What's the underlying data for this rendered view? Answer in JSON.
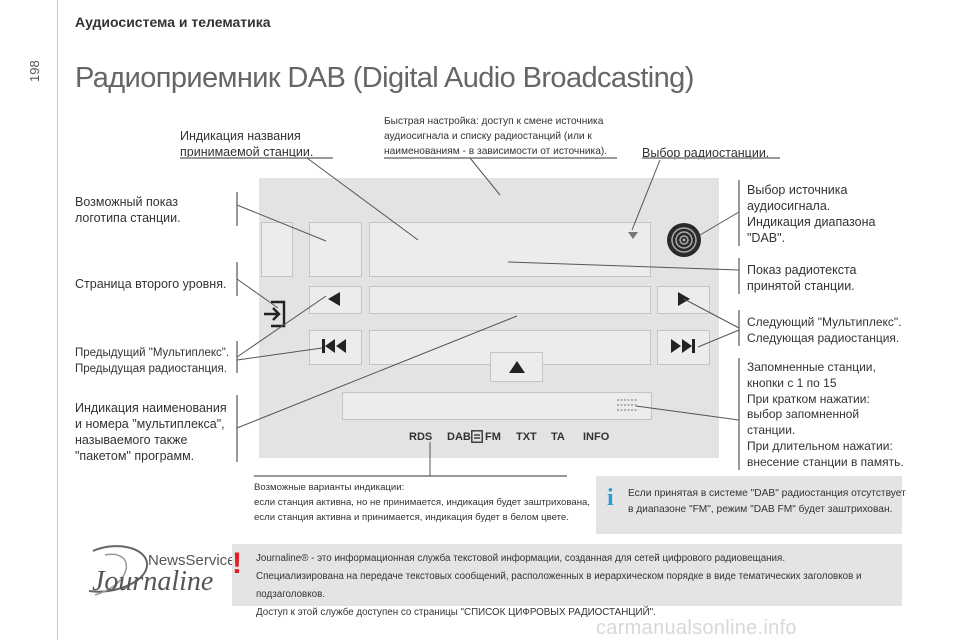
{
  "page": {
    "number": "198",
    "section": "Аудиосистема и телематика",
    "title": "Радиоприемник DAB (Digital Audio Broadcasting)"
  },
  "callouts": {
    "station_name": "Индикация названия\nпринимаемой станции.",
    "quick_tune": "Быстрая настройка: доступ к смене источника\nаудиосигнала и списку радиостанций (или к\nнаименованиям - в зависимости от источника).",
    "select_station": "Выбор радиостанции.",
    "logo": "Возможный показ\nлоготипа станции.",
    "second_level": "Страница второго уровня.",
    "prev_multiplex": "Предыдущий \"Мультиплекс\".\nПредыдущая радиостанция.",
    "multiplex_name": "Индикация наименования\nи номера \"мультиплекса\",\nназываемого также\n\"пакетом\" программ.",
    "source": "Выбор источника\nаудиосигнала.\nИндикация диапазона\n\"DAB\".",
    "radiotext": "Показ радиотекста\nпринятой станции.",
    "next_multiplex": "Следующий \"Мультиплекс\".\nСледующая радиостанция.",
    "presets": "Запомненные станции,\nкнопки с 1 по 15\nПри кратком нажатии:\nвыбор запомненной\nстанции.\nПри длительном нажатии:\nвнесение станции в память.",
    "display_variants": "Возможные варианты индикации:\nесли станция активна, но не принимается, индикация будет заштрихована,\nесли станция активна и принимается, индикация будет в белом цвете."
  },
  "screen": {
    "tabs": [
      "RDS",
      "DAB",
      "FM",
      "TXT",
      "TA",
      "INFO"
    ]
  },
  "info_note": {
    "text": "Если принятая в системе \"DAB\" радиостанция отсутствует\nв диапазоне \"FM\", режим \"DAB FM\" будет заштрихован."
  },
  "journaline": {
    "logo_top": "NewsService",
    "logo_main": "Journaline",
    "line1": "Journaline® - это информационная служба текстовой информации, созданная для сетей цифрового радиовещания.",
    "line2": "Специализирована на передаче текстовых сообщений, расположенных в иерархическом порядке в виде тематических заголовков и подзаголовков.",
    "line3": "Доступ к этой службе доступен со страницы \"СПИСОК ЦИФРОВЫХ РАДИОСТАНЦИЙ\"."
  },
  "watermark": "carmanualsonline.info",
  "colors": {
    "accent_info": "#2a9bd7",
    "warning": "#e31e24",
    "screen_bg": "#e3e3e3"
  }
}
